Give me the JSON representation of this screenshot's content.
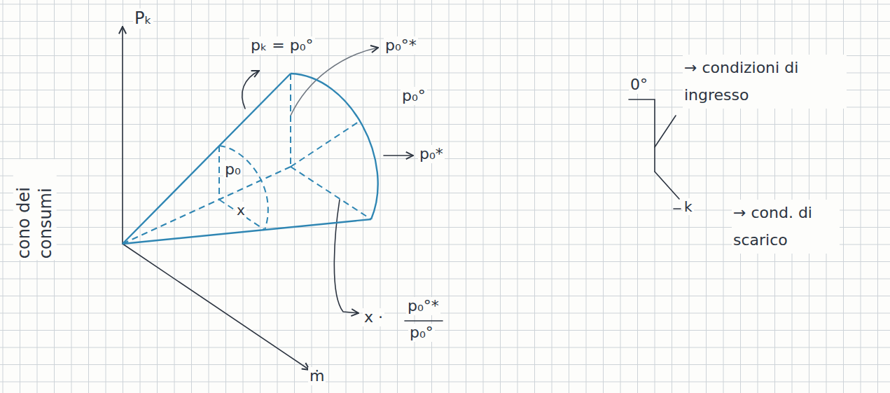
{
  "diagram": {
    "labels": [
      "Pₖ",
      "pₖ = p₀°",
      "p₀°*",
      "p₀°",
      "p₀*",
      "p₀",
      "x",
      "x ·",
      "p₀°*",
      "p₀°",
      "ṁ",
      "cono dei consumi",
      "0°",
      "→ condizioni di ingresso",
      "k",
      "→ cond. di scarico"
    ]
  }
}
